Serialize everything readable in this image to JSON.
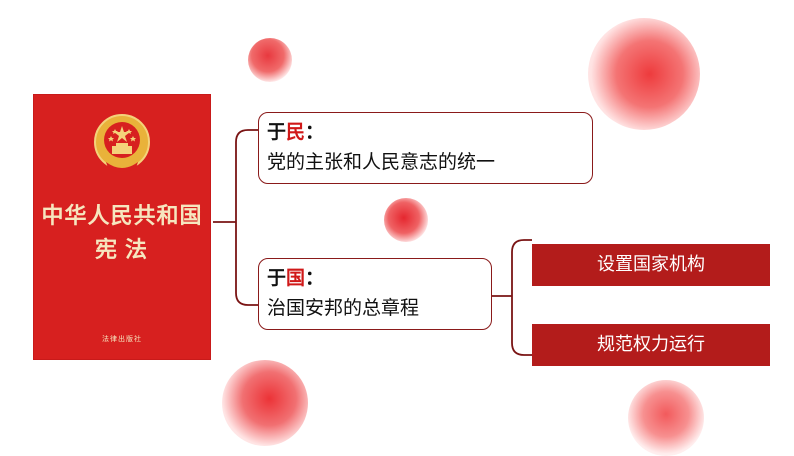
{
  "book": {
    "title": "中华人民共和国",
    "subtitle": "宪法",
    "publisher": "法律出版社"
  },
  "boxes": {
    "first": {
      "prefix": "于",
      "keyword": "民",
      "colon": "：",
      "text": "党的主张和人民意志的统一"
    },
    "second": {
      "prefix": "于",
      "keyword": "国",
      "colon": "：",
      "text": "治国安邦的总章程"
    }
  },
  "tags": [
    "设置国家机构",
    "规范权力运行"
  ],
  "colors": {
    "book_red": "#d7201f",
    "accent_red": "#d01818",
    "tag_red": "#b31c1b",
    "border": "#8a1a1a"
  }
}
